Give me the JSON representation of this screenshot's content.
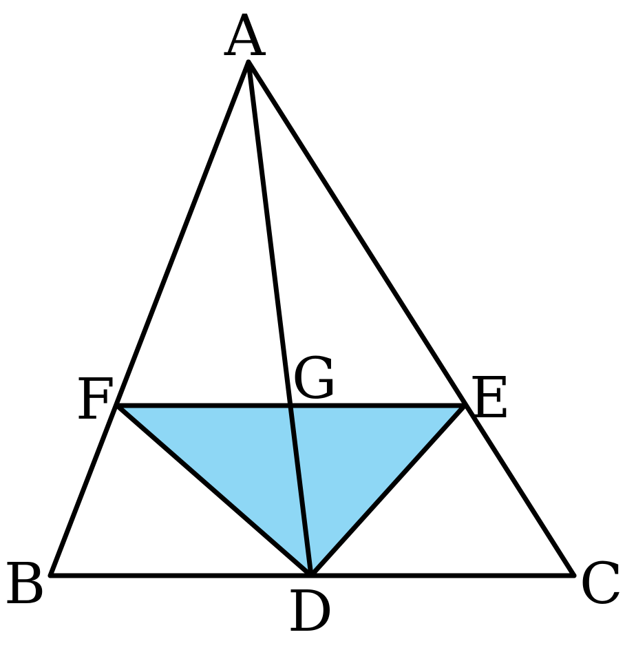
{
  "diagram": {
    "labels": {
      "A": "A",
      "B": "B",
      "C": "C",
      "D": "D",
      "E": "E",
      "F": "F",
      "G": "G"
    },
    "shaded_region": "triangle DEF",
    "colors": {
      "fill": "#8ed7f5",
      "stroke": "#000000"
    }
  }
}
